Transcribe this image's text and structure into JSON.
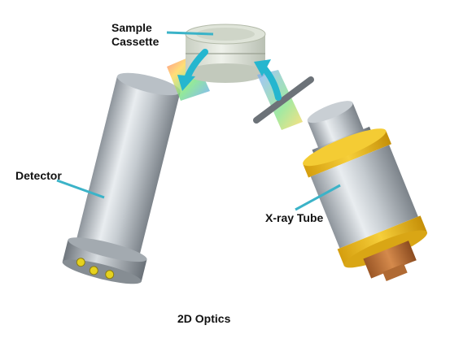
{
  "labels": {
    "sample_line1": "Sample",
    "sample_line2": "Cassette",
    "detector": "Detector",
    "xray_tube": "X-ray Tube"
  },
  "caption": "2D Optics",
  "colors": {
    "leader_line": "#3bb3c8",
    "beam_arrow": "#25b6cf",
    "tube_ring": "#f2c21b",
    "tube_base": "#c8773a",
    "detector_pin": "#e6d21e"
  }
}
